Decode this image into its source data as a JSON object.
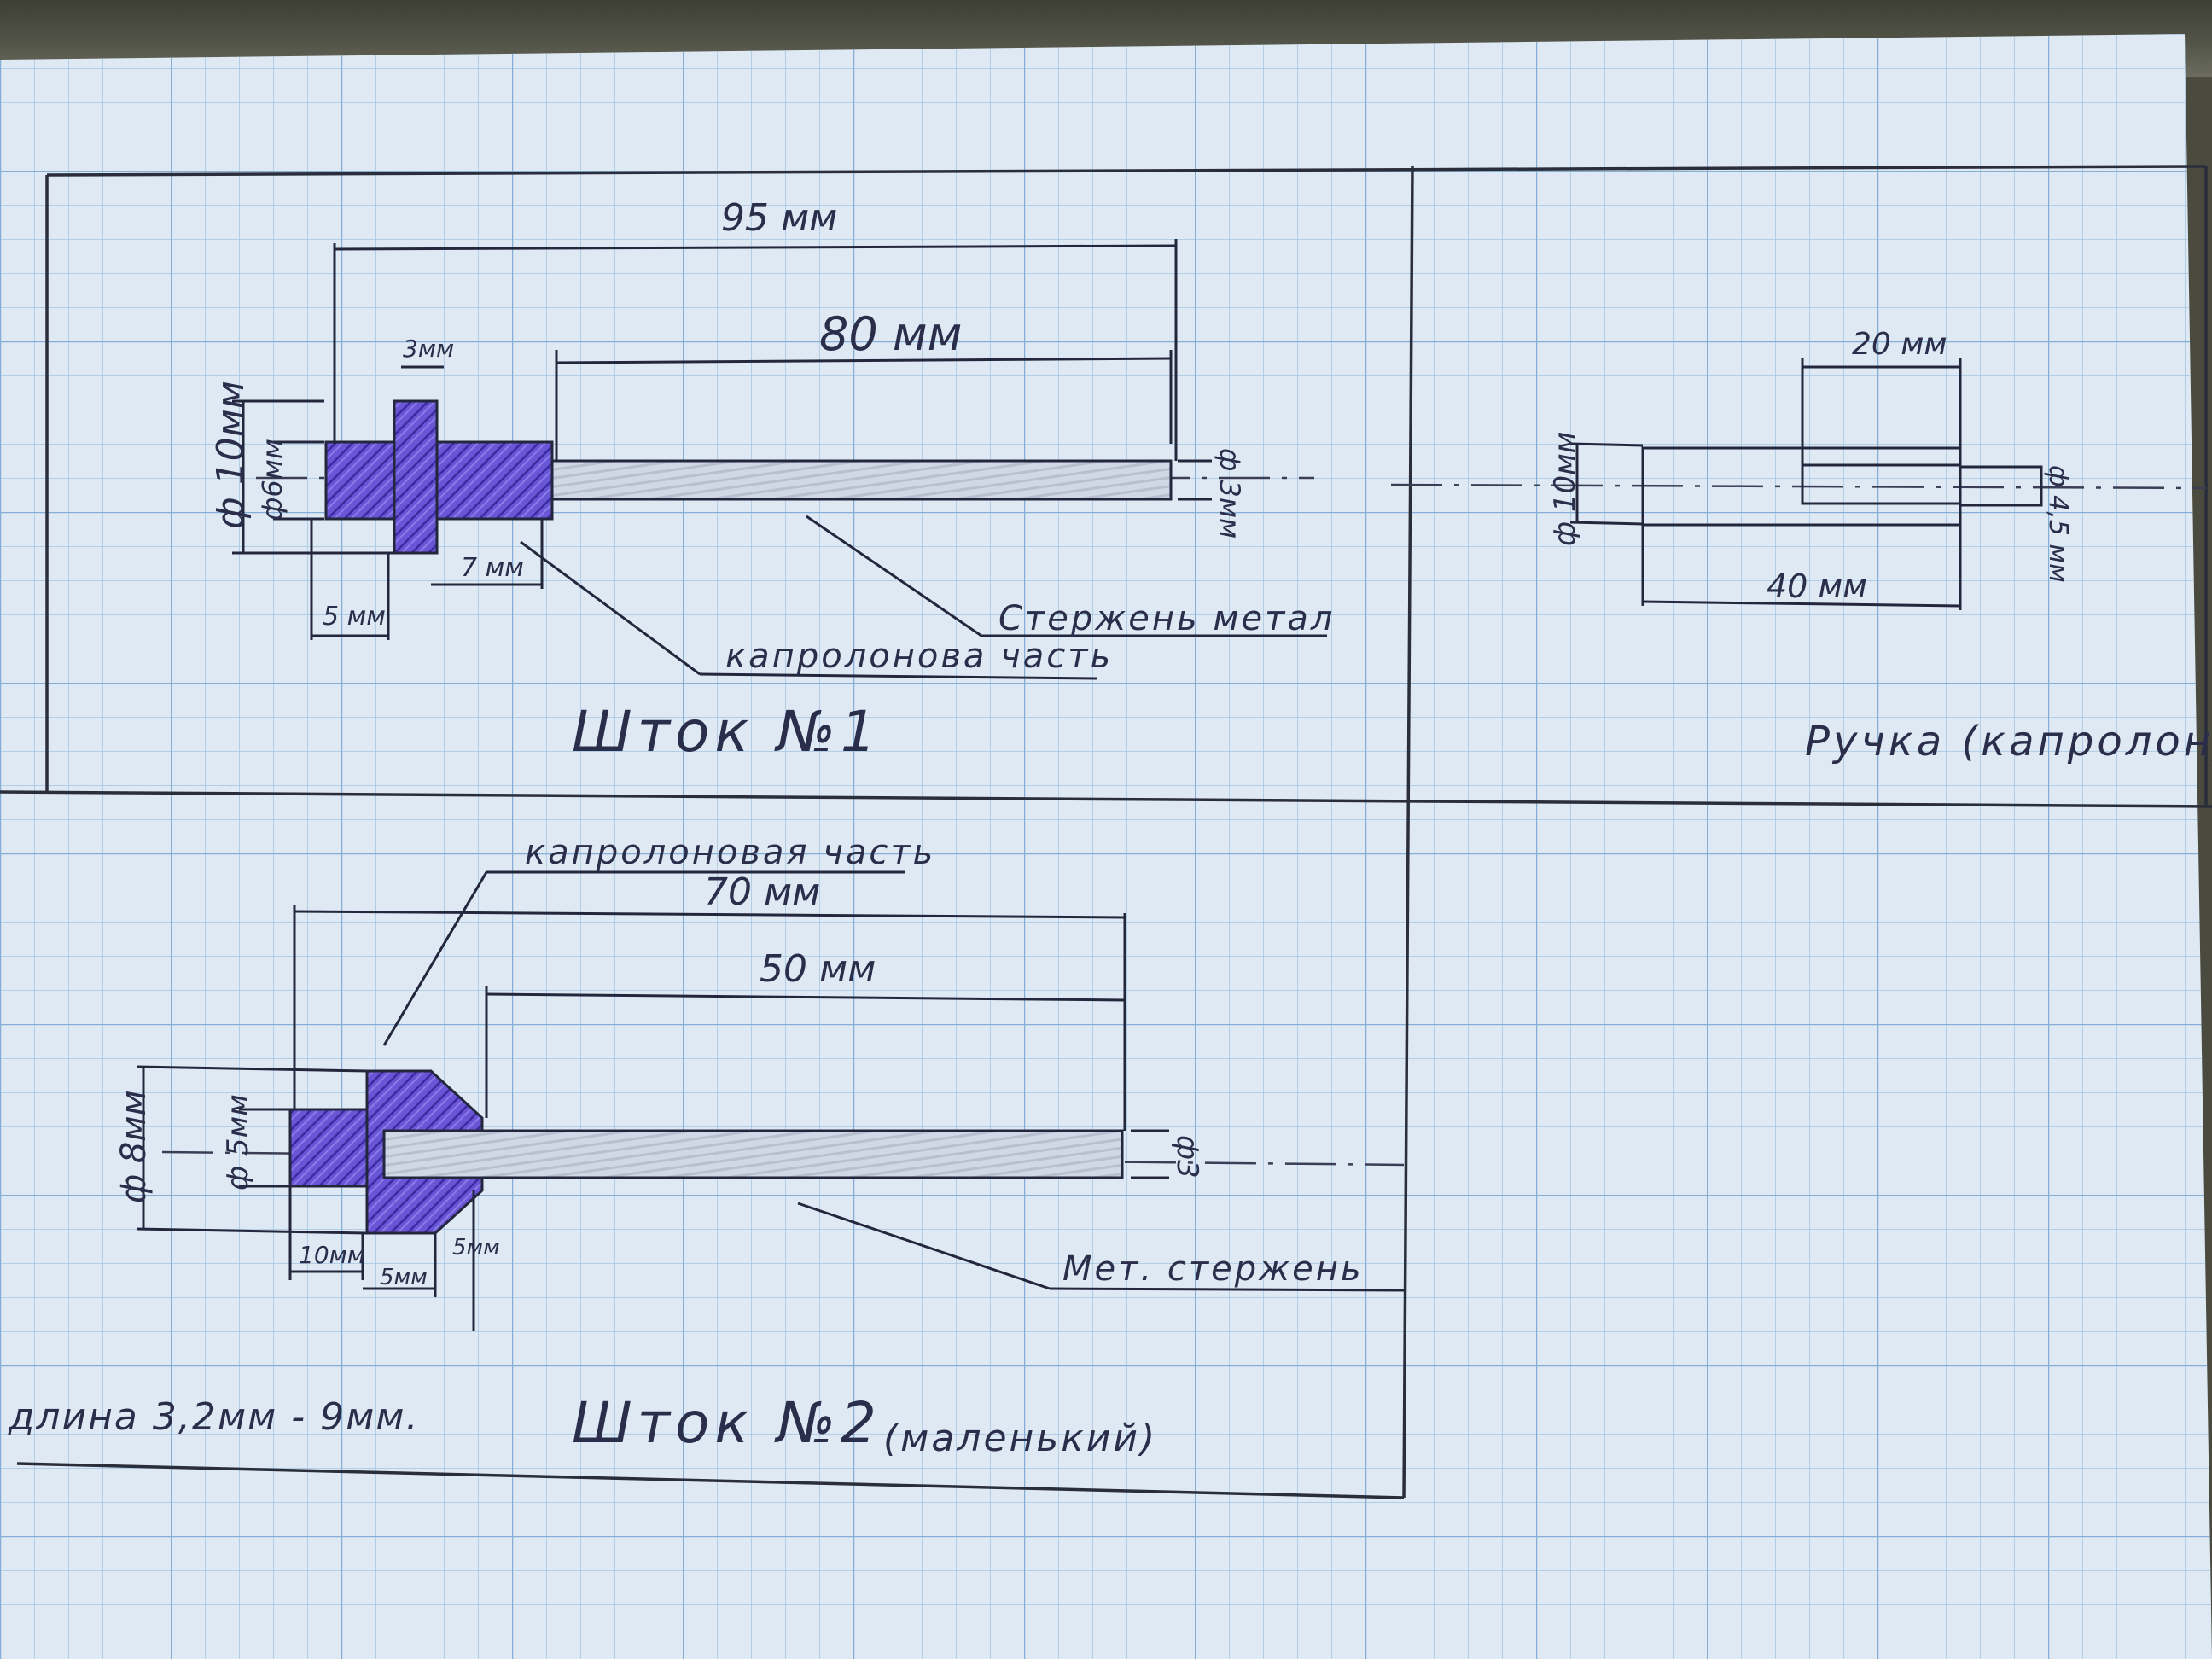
{
  "colors": {
    "paper": "#d9e6f2",
    "grid": "#8fb8dc",
    "ink": "#23263c",
    "hatch": "#5a3fc8",
    "metal": "#c9d2de"
  },
  "part1": {
    "title": "Шток №1",
    "dim_total": "95 мм",
    "dim_rod": "80 мм",
    "dim_collar": "3мм",
    "dim_left": "5 мм",
    "dim_sleeve": "7 мм",
    "dia_outer": "ф 10мм",
    "dia_inner": "ф6мм",
    "dia_rod": "ф 3мм",
    "label_metal": "Стержень метал",
    "label_nylon": "капролонова часть"
  },
  "handle": {
    "title": "Ручка (капролон)",
    "dim_bore": "20 мм",
    "dim_total": "40 мм",
    "dia_outer": "ф 10мм",
    "dia_bore": "ф 4,5 мм"
  },
  "part2": {
    "title": "Шток №2",
    "subtitle": "(маленький)",
    "dim_total": "70 мм",
    "dim_rod": "50 мм",
    "dim_left": "10мм",
    "dim_mid": "5мм",
    "dim_cone": "5мм",
    "dia_outer": "ф 8мм",
    "dia_inner": "ф 5мм",
    "dia_rod": "ф3",
    "label_nylon": "капролоновая часть",
    "label_metal": "Мет. стержень"
  },
  "note_length": "длина 3,2мм - 9мм."
}
